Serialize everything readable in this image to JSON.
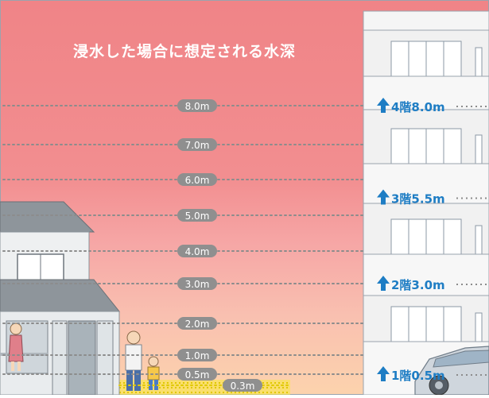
{
  "title": "浸水した場合に想定される水深",
  "depth_levels": [
    {
      "label": "8.0m",
      "meters": 8.0
    },
    {
      "label": "7.0m",
      "meters": 7.0
    },
    {
      "label": "6.0m",
      "meters": 6.0
    },
    {
      "label": "5.0m",
      "meters": 5.0
    },
    {
      "label": "4.0m",
      "meters": 4.0
    },
    {
      "label": "3.0m",
      "meters": 3.0
    },
    {
      "label": "2.0m",
      "meters": 2.0
    },
    {
      "label": "1.0m",
      "meters": 1.0
    },
    {
      "label": "0.5m",
      "meters": 0.5
    },
    {
      "label": "0.3m",
      "meters": 0.3
    }
  ],
  "floor_markers": [
    {
      "label": "4階8.0m",
      "meters": 8.0
    },
    {
      "label": "3階5.5m",
      "meters": 5.5
    },
    {
      "label": "2階3.0m",
      "meters": 3.0
    },
    {
      "label": "1階0.5m",
      "meters": 0.5
    }
  ],
  "colors": {
    "top": "#f28a8a",
    "middle": "#f6a7a3",
    "bottom": "#fbd3b0",
    "ground_dots": "#f5e11a",
    "marker_blue": "#1e7dc4",
    "pill": "#8f8f8f",
    "dotted_line": "#8c8c8c"
  }
}
